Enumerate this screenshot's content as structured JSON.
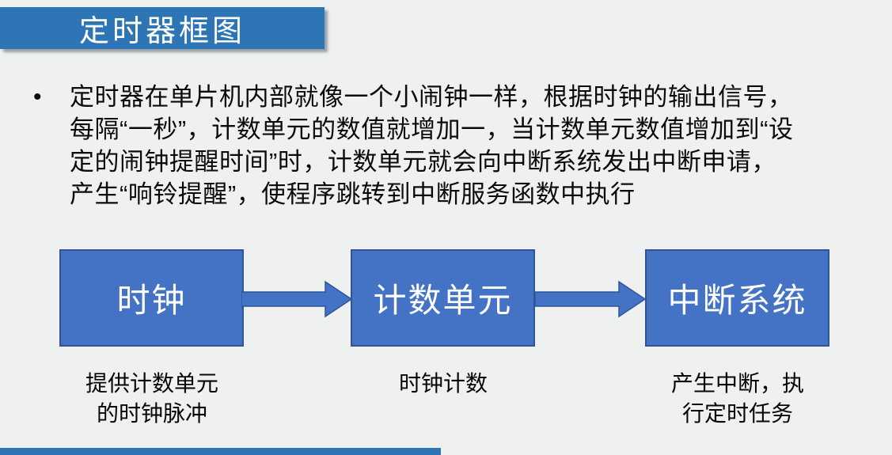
{
  "title_bar": {
    "label": "定时器框图"
  },
  "content": {
    "bullet_char": "•",
    "paragraph": "定时器在单片机内部就像一个小闹钟一样，根据时钟的输出信号，\n每隔“一秒”，计数单元的数值就增加一，当计数单元数值增加到“设\n定的闹钟提醒时间”时，计数单元就会向中断系统发出中断申请，\n产生“响铃提醒”，使程序跳转到中断服务函数中执行"
  },
  "diagram": {
    "nodes": [
      {
        "label": "时钟",
        "caption": "提供计数单元\n的时钟脉冲"
      },
      {
        "label": "计数单元",
        "caption": "时钟计数"
      },
      {
        "label": "中断系统",
        "caption": "产生中断，执\n行定时任务"
      }
    ],
    "arrow_icon": "block-arrow-right"
  },
  "colors": {
    "slide_background": "#EFF0F0",
    "title_bar_blue": "#2E75B6",
    "node_fill": "#4472C4",
    "node_border": "#2F5597",
    "node_text": "#FFFFFF",
    "body_text": "#0B0B0B",
    "footer_bar_blue": "#2E75B6"
  }
}
